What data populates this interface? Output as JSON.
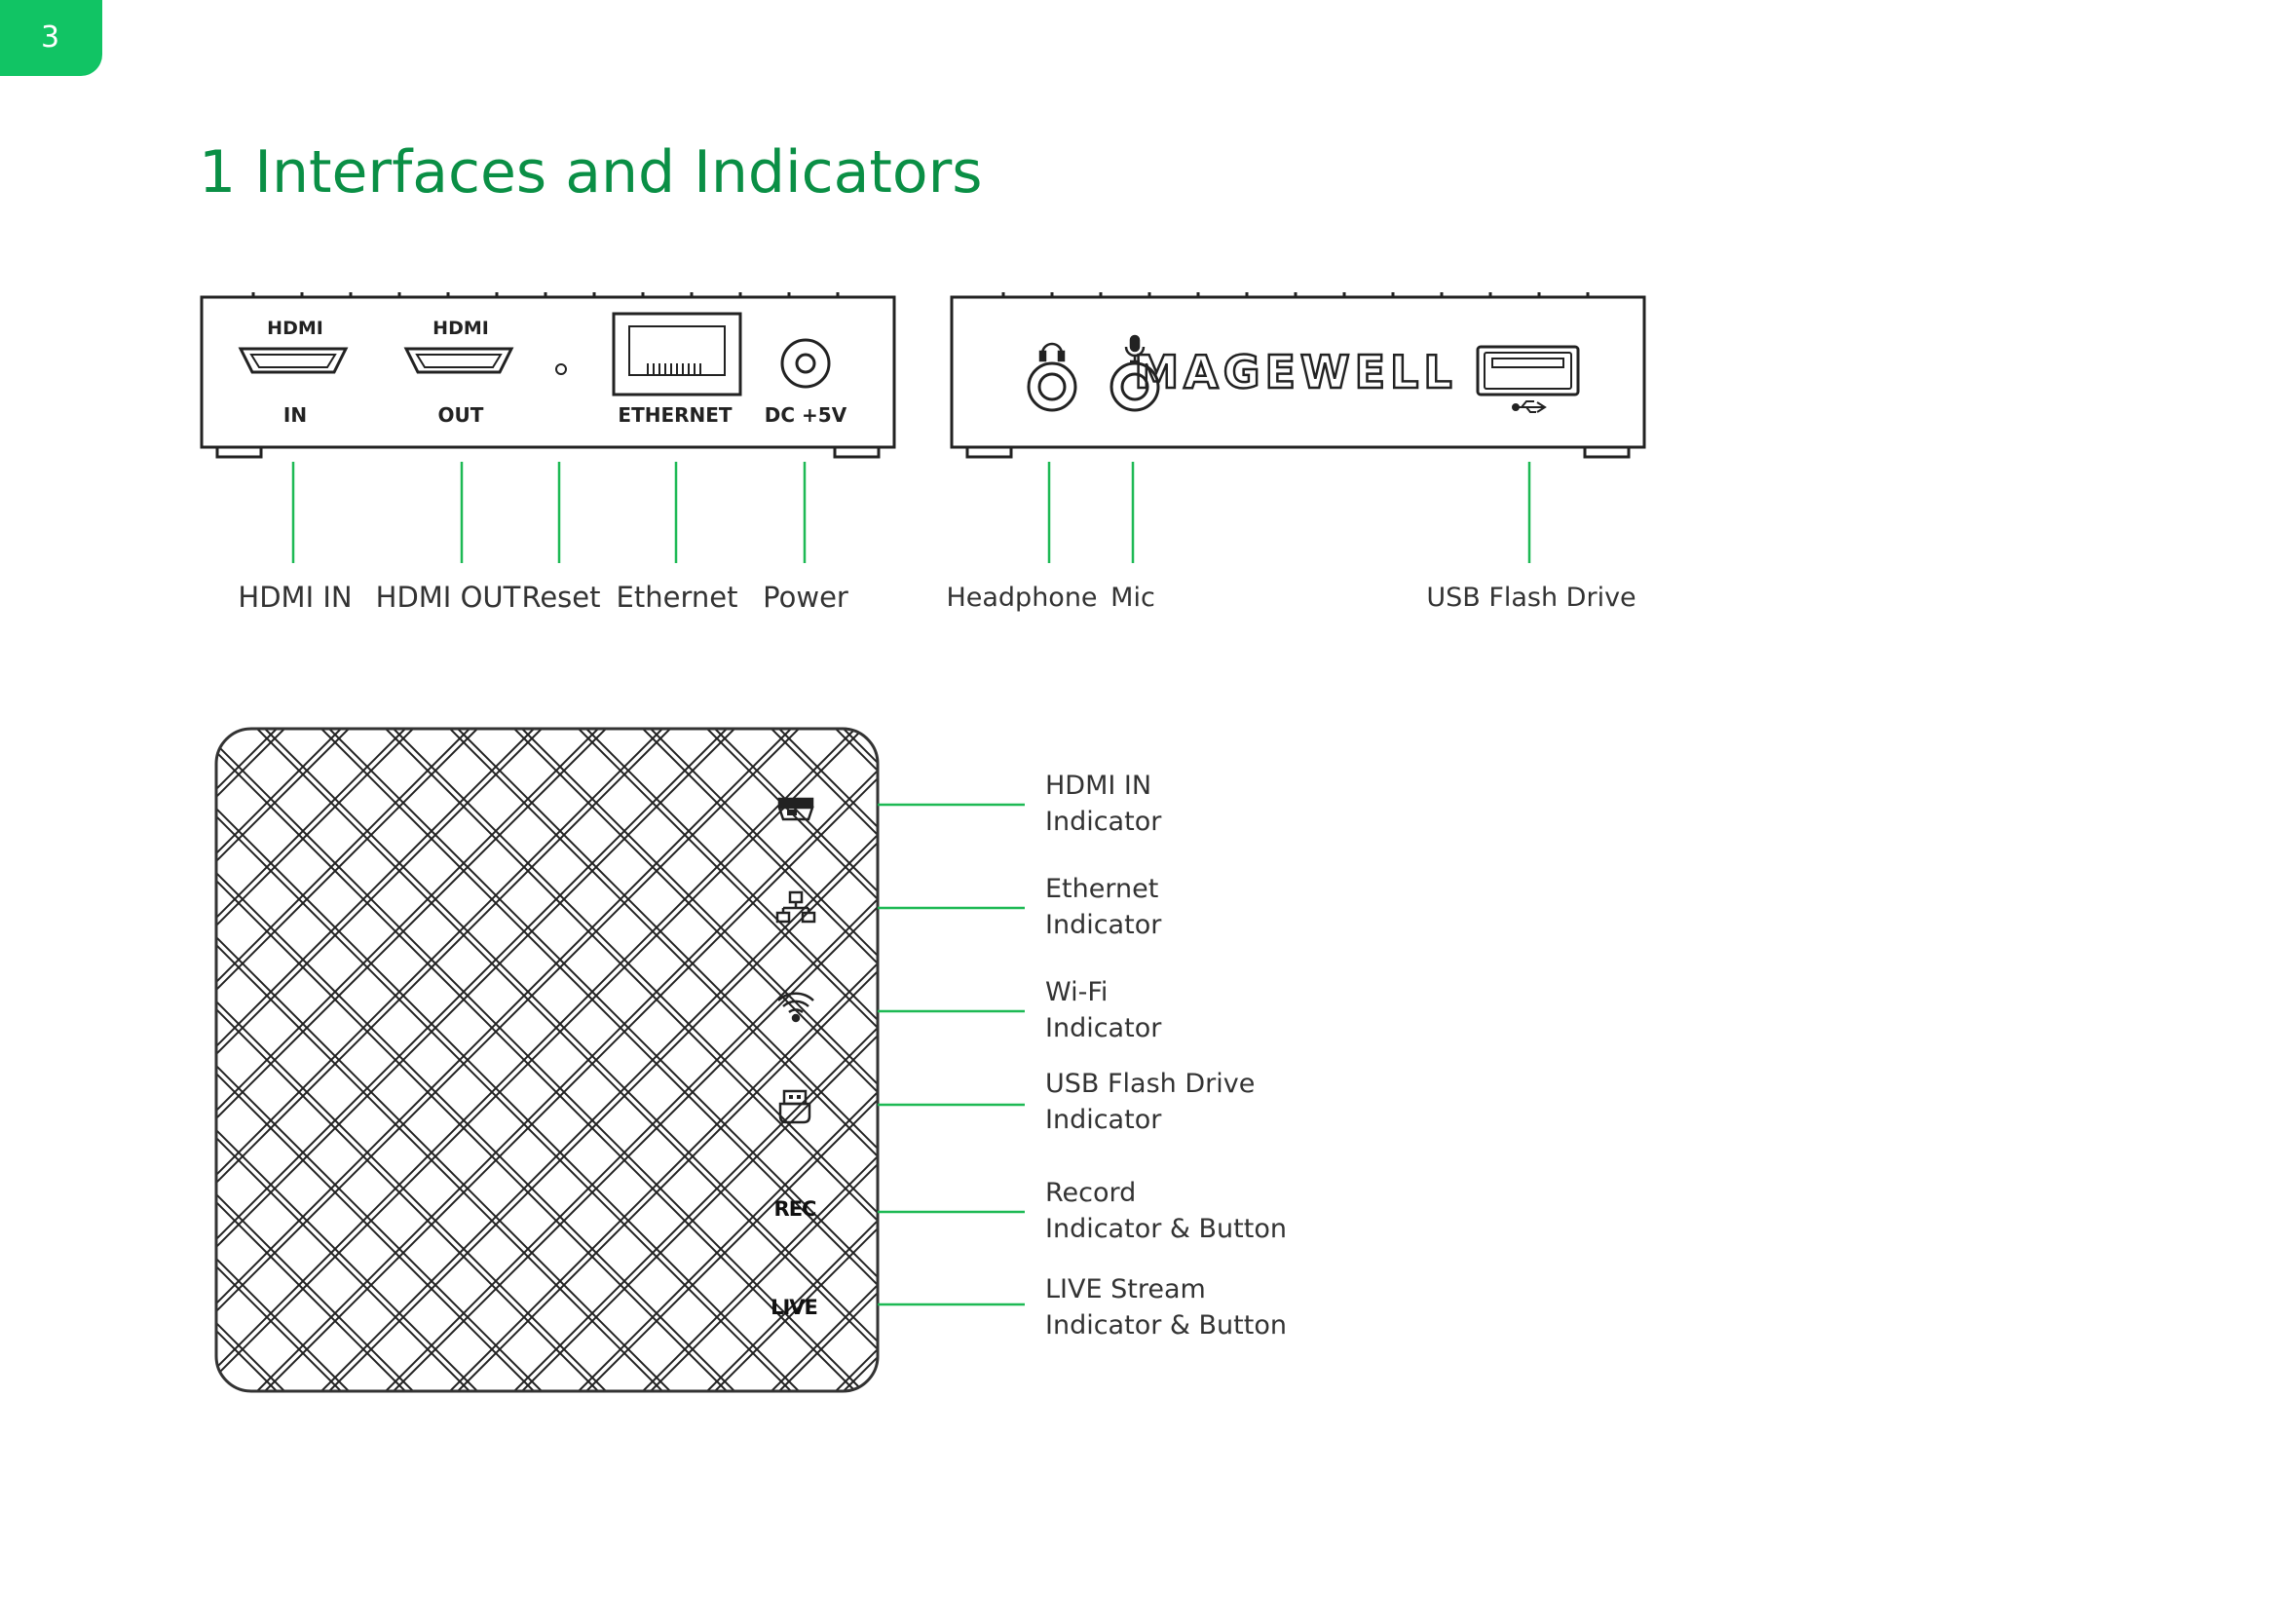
{
  "page_number": "3",
  "title": "1 Interfaces and Indicators",
  "rear_panel": {
    "port_marks": {
      "hdmi_logo": "HDMI",
      "in": "IN",
      "out": "OUT",
      "ethernet": "ETHERNET",
      "power": "DC +5V"
    },
    "labels": {
      "hdmi_in": "HDMI IN",
      "hdmi_out": "HDMI OUT",
      "reset": "Reset",
      "ethernet": "Ethernet",
      "power": "Power"
    }
  },
  "front_panel": {
    "brand_mark": "MAGEWELL",
    "labels": {
      "headphone": "Headphone",
      "mic": "Mic",
      "usb_flash_drive": "USB Flash Drive"
    }
  },
  "top_panel": {
    "button_marks": {
      "rec": "REC",
      "live": "LIVE"
    },
    "indicators": [
      {
        "name": "HDMI IN",
        "kind": "Indicator"
      },
      {
        "name": "Ethernet",
        "kind": "Indicator"
      },
      {
        "name": "Wi-Fi",
        "kind": "Indicator"
      },
      {
        "name": "USB Flash Drive",
        "kind": "Indicator"
      },
      {
        "name": "Record",
        "kind": "Indicator & Button"
      },
      {
        "name": "LIVE Stream",
        "kind": "Indicator & Button"
      }
    ]
  },
  "colors": {
    "accent": "#11c464",
    "title": "#0a8f45",
    "leader_line": "#1db954",
    "line_art": "#222222"
  }
}
